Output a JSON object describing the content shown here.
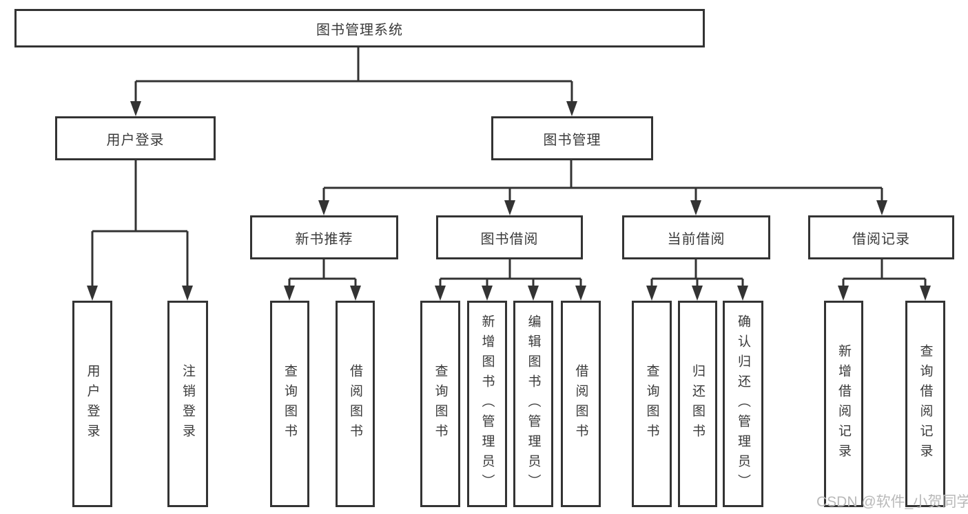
{
  "diagram": {
    "root": {
      "label": "图书管理系统"
    },
    "level2": {
      "user_login": {
        "label": "用户登录"
      },
      "book_mgmt": {
        "label": "图书管理"
      }
    },
    "level3": {
      "new_book_rec": {
        "label": "新书推荐"
      },
      "book_borrow": {
        "label": "图书借阅"
      },
      "current_borrow": {
        "label": "当前借阅"
      },
      "borrow_record": {
        "label": "借阅记录"
      }
    },
    "leaves": {
      "user_login": {
        "label": "用户登录"
      },
      "logout": {
        "label": "注销登录"
      },
      "query_book_rec": {
        "label": "查询图书"
      },
      "borrow_book_rec": {
        "label": "借阅图书"
      },
      "query_book_borrow": {
        "label": "查询图书"
      },
      "add_book": {
        "label": "新增图书（管理员）"
      },
      "edit_book": {
        "label": "编辑图书（管理员）"
      },
      "borrow_book_borrow": {
        "label": "借阅图书"
      },
      "query_book_current": {
        "label": "查询图书"
      },
      "return_book": {
        "label": "归还图书"
      },
      "confirm_return": {
        "label": "确认归还（管理员）"
      },
      "add_borrow_record": {
        "label": "新增借阅记录"
      },
      "query_borrow_record": {
        "label": "查询借阅记录"
      }
    }
  },
  "watermark": {
    "text": "CSDN @软件_小贺同学"
  },
  "colors": {
    "line": "#333333",
    "border": "#333333",
    "text": "#3a3a3a",
    "background": "#ffffff",
    "watermark": "#b9b9b9"
  }
}
